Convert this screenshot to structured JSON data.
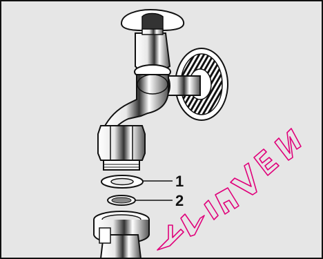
{
  "callouts": [
    {
      "number": "1",
      "meaning": "sealing-washer"
    },
    {
      "number": "2",
      "meaning": "filter-strainer"
    }
  ],
  "watermark": {
    "text": "ALLAVEN",
    "color": "#e0007a"
  },
  "colors": {
    "background": "#e6e6e6",
    "line": "#111111",
    "part": "#ffffff"
  },
  "icons": [
    "tap-icon",
    "handle-icon",
    "washer-icon",
    "filter-icon",
    "hose-connector-icon"
  ]
}
